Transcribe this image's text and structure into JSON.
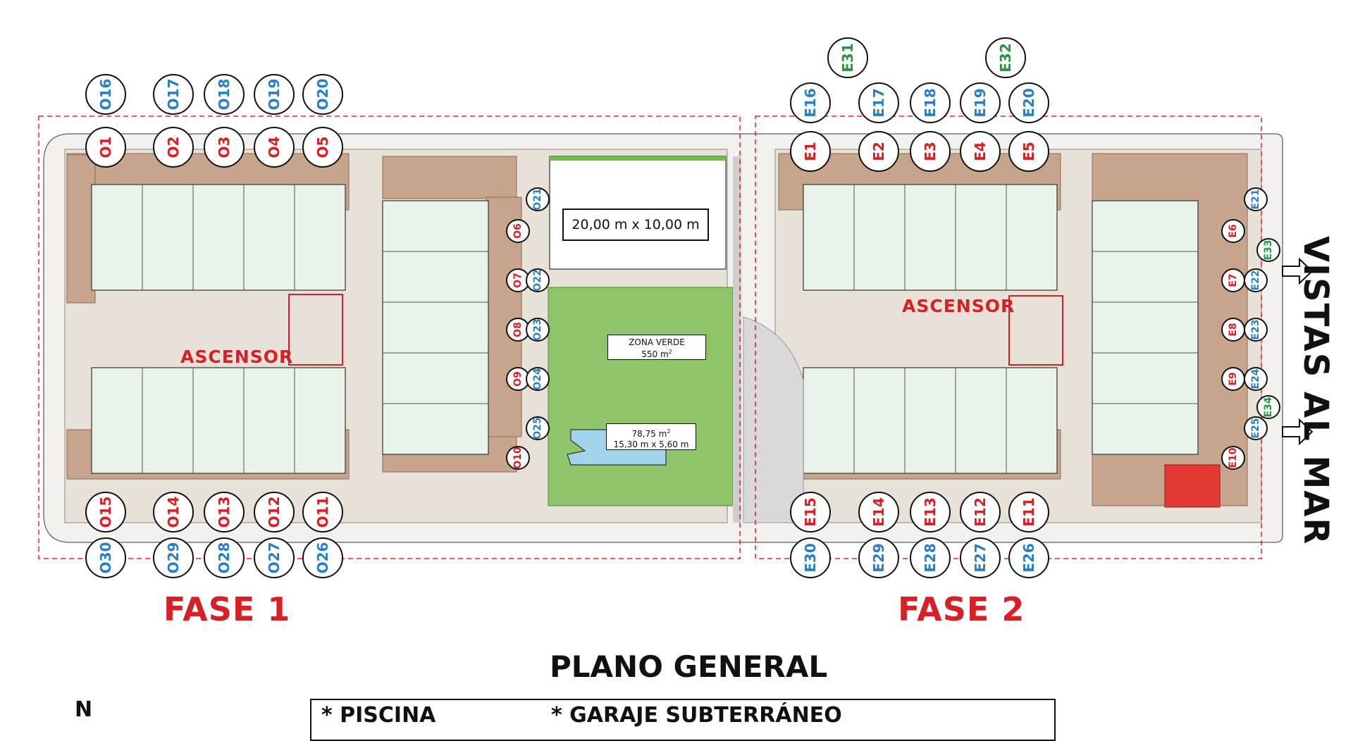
{
  "plan": {
    "title": "PLANO GENERAL",
    "north_label": "N",
    "phases": [
      {
        "label": "FASE 1",
        "ascensor": "ASCENSOR"
      },
      {
        "label": "FASE 2",
        "ascensor": "ASCENSOR"
      }
    ],
    "sea_view": "VISTAS AL MAR",
    "pool_area_dims": "20,00 m x 10,00 m",
    "green_zone": {
      "name": "ZONA VERDE",
      "area": "550 m",
      "area_sup": "2"
    },
    "pool": {
      "area": "78,75 m",
      "area_sup": "2",
      "dims": "15,30 m x 5,60 m"
    },
    "legend": [
      "* PISCINA",
      "* GARAJE SUBTERRÁNEO"
    ]
  },
  "units": {
    "phase1_top_back": [
      "O16",
      "O17",
      "O18",
      "O19",
      "O20"
    ],
    "phase1_top_front": [
      "O1",
      "O2",
      "O3",
      "O4",
      "O5"
    ],
    "phase1_right_red": [
      "O6",
      "O7",
      "O8",
      "O9",
      "O10"
    ],
    "phase1_right_blue": [
      "O21",
      "O22",
      "O23",
      "O24",
      "O25"
    ],
    "phase1_bottom_front": [
      "O15",
      "O14",
      "O13",
      "O12",
      "O11"
    ],
    "phase1_bottom_back": [
      "O30",
      "O29",
      "O28",
      "O27",
      "O26"
    ],
    "phase2_top_back": [
      "E16",
      "E17",
      "E18",
      "E19",
      "E20"
    ],
    "phase2_top_front": [
      "E1",
      "E2",
      "E3",
      "E4",
      "E5"
    ],
    "phase2_right_red": [
      "E6",
      "E7",
      "E8",
      "E9",
      "E10"
    ],
    "phase2_right_blue": [
      "E21",
      "E22",
      "E23",
      "E24",
      "E25"
    ],
    "phase2_bottom_front": [
      "E15",
      "E14",
      "E13",
      "E12",
      "E11"
    ],
    "phase2_bottom_back": [
      "E30",
      "E29",
      "E28",
      "E27",
      "E26"
    ],
    "phase2_green_top": [
      "E31",
      "E32"
    ],
    "phase2_green_right": [
      "E33",
      "E34"
    ]
  },
  "colors": {
    "red": "#d81f26",
    "blue": "#2a7fc4",
    "green": "#1f9a3e",
    "dashed_border": "#e0262b",
    "lawn": "#8fc46a",
    "deck": "#c7a48c",
    "paving": "#e7e1d8",
    "apartment": "#e8f3ea"
  }
}
